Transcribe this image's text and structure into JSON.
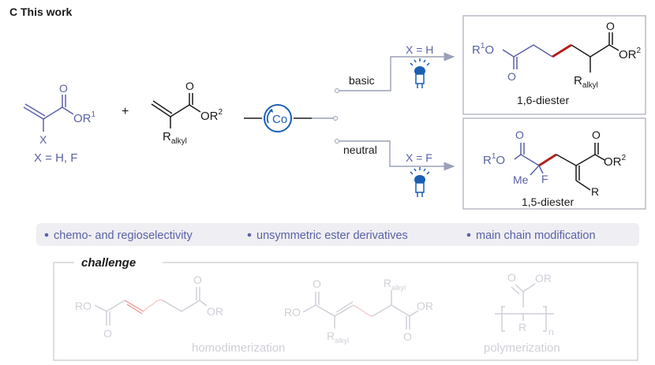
{
  "header": {
    "title": "C This work"
  },
  "reactants": {
    "acrylate": {
      "ester": "OR",
      "ester_sup": "1",
      "substituent": "X",
      "carbonyl_o": "O",
      "condition": "X = H, F"
    },
    "plus": "+",
    "methacrylate": {
      "ester": "OR",
      "ester_sup": "2",
      "carbonyl_o": "O",
      "alkyl": "R",
      "alkyl_sub": "alkyl"
    }
  },
  "catalyst": {
    "label": "Co"
  },
  "pathways": {
    "basic": {
      "condition": "basic",
      "selector": "X = H"
    },
    "neutral": {
      "condition": "neutral",
      "selector": "X = F"
    }
  },
  "products": {
    "diester16": {
      "label": "1,6-diester",
      "left_ester": "R",
      "left_ester_sup": "1",
      "left_ester_o": "O",
      "carbonyl_o": "O",
      "right_ester": "OR",
      "right_ester_sup": "2",
      "alkyl": "R",
      "alkyl_sub": "alkyl"
    },
    "diester15": {
      "label": "1,5-diester",
      "left_ester": "R",
      "left_ester_sup": "1",
      "left_ester_o": "O",
      "carbonyl_o": "O",
      "right_ester": "OR",
      "right_ester_sup": "2",
      "methyl": "Me",
      "fluoro": "F",
      "r_group": "R"
    }
  },
  "features": [
    "chemo- and regioselectivity",
    "unsymmetric ester derivatives",
    "main chain modification"
  ],
  "challenge": {
    "title": "challenge",
    "homodimer": {
      "left": "RO",
      "o": "O",
      "right": "OR",
      "o2": "O"
    },
    "crossdimer": {
      "left": "RO",
      "o": "O",
      "right": "OR",
      "o2": "O",
      "alkyl_top": "R",
      "alkyl_bottom": "R",
      "alkyl_sub": "alkyl"
    },
    "polymer": {
      "o": "O",
      "or": "OR",
      "r": "R",
      "n": "n"
    },
    "labels": [
      "homodimerization",
      "polymerization"
    ]
  },
  "colors": {
    "primary": "#5a62a6",
    "dark": "#1a1a1a",
    "red_bond": "#b0201e",
    "box_bg": "#eeeef3",
    "muted": "#cfd0d8"
  }
}
